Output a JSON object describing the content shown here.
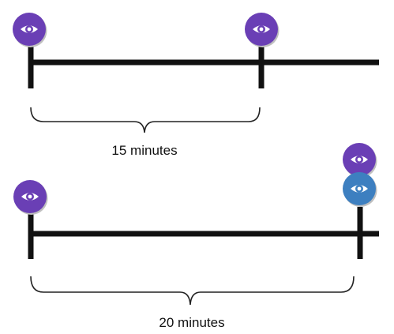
{
  "colors": {
    "line": "#111111",
    "bracket": "#222222",
    "purple_icon": "#6a3fb5",
    "blue_icon": "#3d7fc0",
    "icon_shadow": "#bfbfbf"
  },
  "icons": {
    "view": "eye-icon"
  },
  "timelines": [
    {
      "duration_label": "15 minutes",
      "events": [
        {
          "icon": "eye-icon",
          "color": "purple"
        },
        {
          "icon": "eye-icon",
          "color": "purple"
        }
      ]
    },
    {
      "duration_label": "20 minutes",
      "events": [
        {
          "icon": "eye-icon",
          "color": "purple"
        },
        {
          "icon": "eye-icon",
          "color": "purple"
        },
        {
          "icon": "eye-icon",
          "color": "blue"
        }
      ]
    }
  ]
}
